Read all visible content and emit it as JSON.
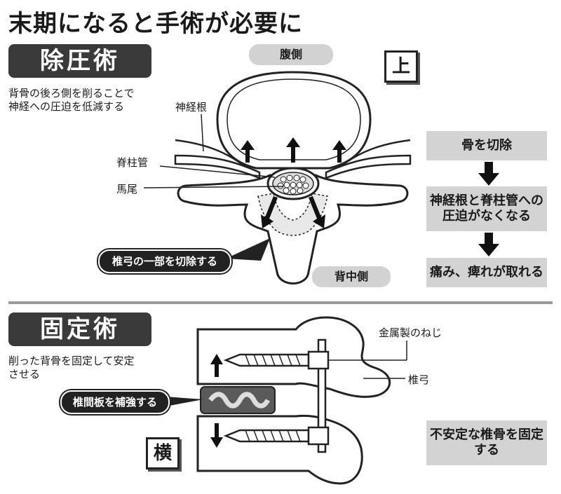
{
  "title": "末期になると手術が必要に",
  "section1": {
    "header": "除圧術",
    "description_lines": [
      "背骨の後ろ側を削ることで",
      "神経への圧迫を低減する"
    ],
    "labels": {
      "ventral": "腹側",
      "dorsal": "背中側",
      "nerve_root": "神経根",
      "spinal_canal": "脊柱管",
      "cauda_equina": "馬尾",
      "lamina_callout": "椎弓の一部を切除する"
    },
    "view": "上",
    "flow": [
      "骨を切除",
      "神経根と脊柱管への圧迫がなくなる",
      "痛み、痺れが取れる"
    ]
  },
  "section2": {
    "header": "固定術",
    "description_lines": [
      "削った背骨を固定して安定",
      "させる"
    ],
    "labels": {
      "screw": "金属製のねじ",
      "lamina": "椎弓",
      "disc_callout": "椎間板を補強する"
    },
    "view": "横",
    "result": "不安定な椎骨を固定する"
  },
  "colors": {
    "dark": "#222222",
    "header_bg": "#3a3a3a",
    "pill_bg": "#d2d2d2",
    "flow_bg": "#d3d3d3",
    "bone_fill": "#ffffff",
    "disc": "#5a5a5a"
  }
}
